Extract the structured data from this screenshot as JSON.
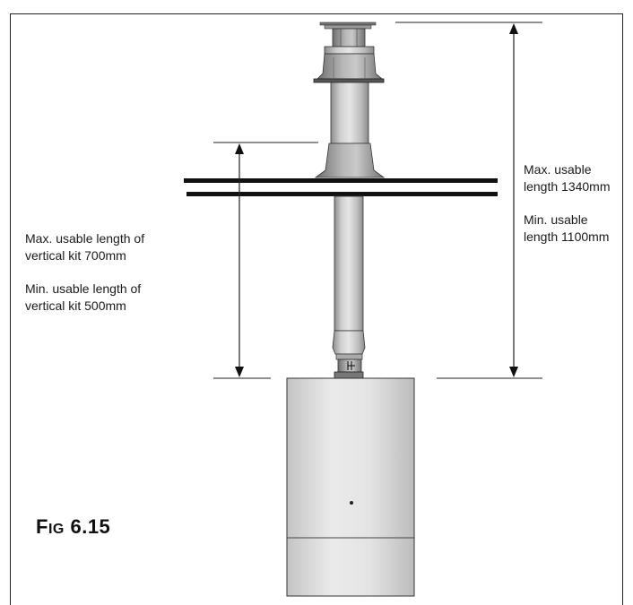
{
  "figure": {
    "title_prefix": "F",
    "title_smallcaps": "IG",
    "title_number": "6.15"
  },
  "annotations": {
    "right_max_line1": "Max. usable",
    "right_max_line2": "length 1340mm",
    "right_min_line1": "Min. usable",
    "right_min_line2": "length 1100mm",
    "left_max_line1": "Max. usable length of",
    "left_max_line2": "vertical kit 700mm",
    "left_min_line1": "Min. usable length of",
    "left_min_line2": "vertical kit 500mm"
  }
}
